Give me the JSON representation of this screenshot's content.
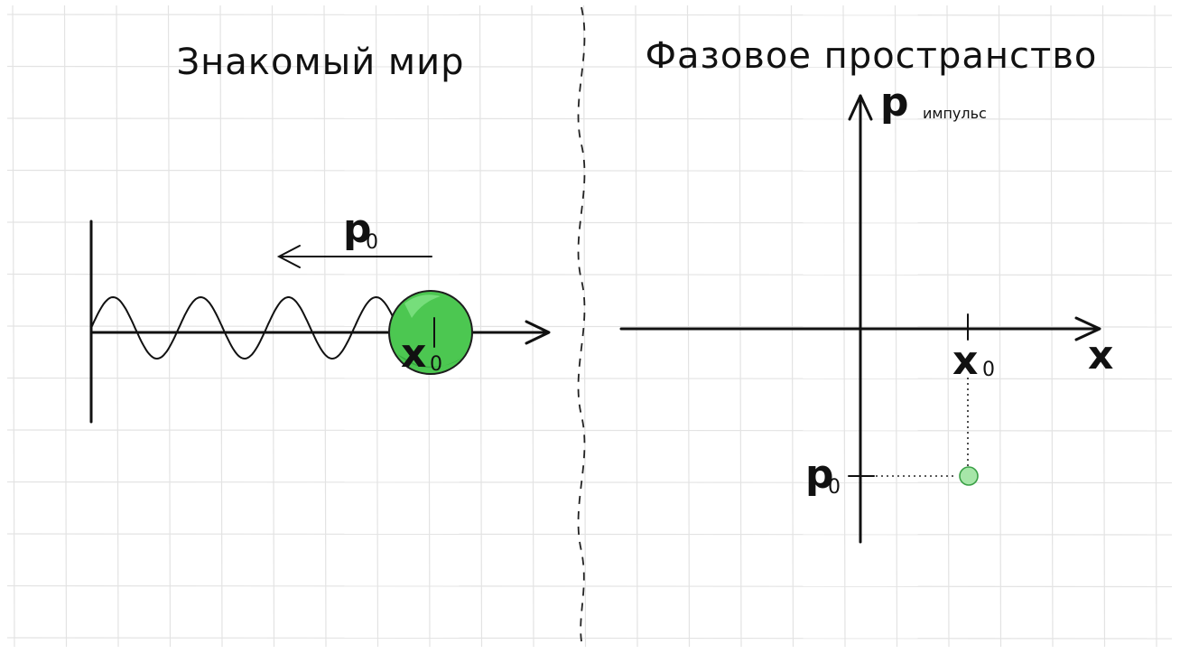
{
  "left_panel": {
    "title": "Знакомый мир",
    "momentum_symbol": "p",
    "momentum_subscript": "0",
    "position_symbol": "x",
    "position_subscript": "0"
  },
  "right_panel": {
    "title": "Фазовое пространство",
    "y_axis_symbol": "p",
    "y_axis_word": "импульс",
    "x_axis_symbol": "x",
    "x_tick_symbol": "x",
    "x_tick_subscript": "0",
    "y_tick_symbol": "p",
    "y_tick_subscript": "0"
  },
  "colors": {
    "ball_fill": "#4cc751",
    "ball_dark": "#2f9e3a",
    "ball_light": "#7be07f",
    "phase_point": "#a6e6a8",
    "phase_point_stroke": "#3aa046",
    "ink": "#111111",
    "grid": "#e3e3e3"
  }
}
